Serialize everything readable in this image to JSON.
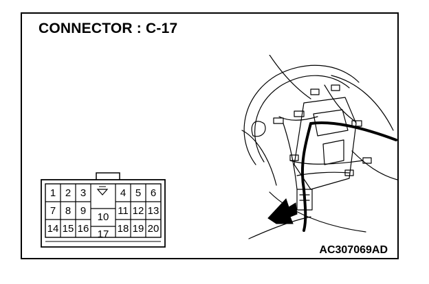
{
  "diagram": {
    "title": "CONNECTOR : C-17",
    "figure_code": "AC307069AD",
    "connector": {
      "marker_icon": "down-triangle-lock-icon",
      "pins": [
        {
          "label": "1"
        },
        {
          "label": "2"
        },
        {
          "label": "3"
        },
        {
          "label": "4"
        },
        {
          "label": "5"
        },
        {
          "label": "6"
        },
        {
          "label": "7"
        },
        {
          "label": "8"
        },
        {
          "label": "9"
        },
        {
          "label": "10"
        },
        {
          "label": "11"
        },
        {
          "label": "12"
        },
        {
          "label": "13"
        },
        {
          "label": "14"
        },
        {
          "label": "15"
        },
        {
          "label": "16"
        },
        {
          "label": "17"
        },
        {
          "label": "18"
        },
        {
          "label": "19"
        },
        {
          "label": "20"
        }
      ]
    },
    "colors": {
      "line": "#000000",
      "background": "#ffffff"
    }
  }
}
